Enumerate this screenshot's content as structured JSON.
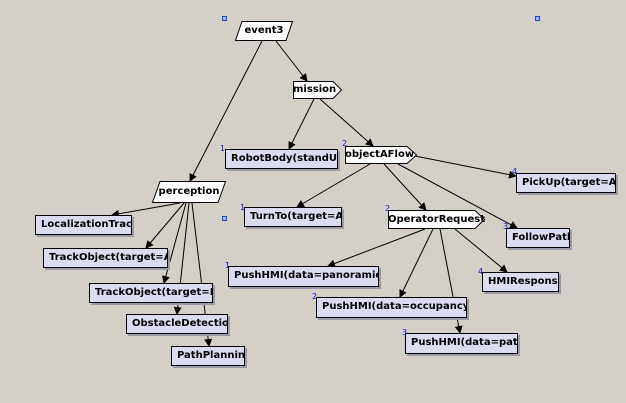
{
  "nodes": {
    "event3": "event3",
    "mission": "mission",
    "perception": "perception",
    "robot_body": "RobotBody(standUp)",
    "object_a_flow": "objectAFlow",
    "pickup": "PickUp(target=A)",
    "localization_track": "LocalizationTrack",
    "turn_to": "TurnTo(target=A)",
    "operator_request": "OperatorRequest",
    "follow_path": "FollowPath",
    "track_object_a": "TrackObject(target=A)",
    "push_hmi_panoramic": "PushHMI(data=panoramic...",
    "hmi_response": "HMIResponse",
    "track_object_b": "TrackObject(target=B)",
    "push_hmi_occupancy": "PushHMI(data=occupancy...",
    "obstacle_detection": "ObstacleDetection",
    "push_hmi_path": "PushHMI(data=path)",
    "path_planning": "PathPlanning"
  },
  "order_numbers": {
    "robot_body": "1",
    "object_a_flow": "2",
    "pickup": "4",
    "turn_to": "1",
    "operator_request": "2",
    "follow_path": "3",
    "push_hmi_panoramic": "1",
    "hmi_response": "4",
    "push_hmi_occupancy": "2",
    "push_hmi_path": "3"
  },
  "colors": {
    "background": "#d4d0c8",
    "node_fill": "#dcdcf0",
    "node_border": "#000000",
    "order_number": "#1010d0",
    "handle": "#2040d0"
  }
}
